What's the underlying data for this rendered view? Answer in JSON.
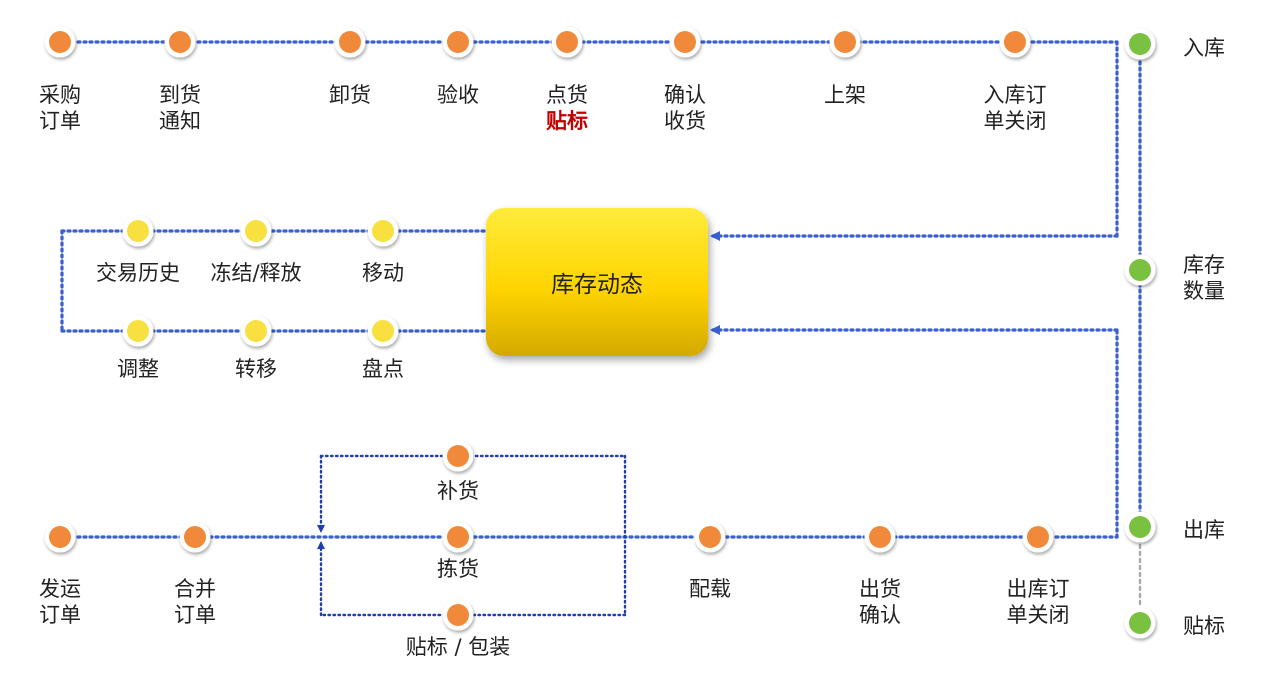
{
  "colors": {
    "orange_node": "#f08a3a",
    "yellow_node": "#f7e040",
    "green_node": "#7ac142",
    "flow_line": "#3a5fd0",
    "hub_fill": "#ffd400",
    "highlight_text": "#c00000"
  },
  "inbound": {
    "steps": [
      {
        "lines": [
          "采购",
          "订单"
        ]
      },
      {
        "lines": [
          "到货",
          "通知"
        ]
      },
      {
        "lines": [
          "卸货"
        ]
      },
      {
        "lines": [
          "验收"
        ]
      },
      {
        "lines": [
          "点货",
          "贴标"
        ],
        "highlight_line": 1
      },
      {
        "lines": [
          "确认",
          "收货"
        ]
      },
      {
        "lines": [
          "上架"
        ]
      },
      {
        "lines": [
          "入库订",
          "单关闭"
        ]
      }
    ]
  },
  "inventory": {
    "hub_label": "库存动态",
    "top_row": [
      {
        "label": "交易历史"
      },
      {
        "label": "冻结/释放"
      },
      {
        "label": "移动"
      }
    ],
    "bottom_row": [
      {
        "label": "调整"
      },
      {
        "label": "转移"
      },
      {
        "label": "盘点"
      }
    ]
  },
  "outbound": {
    "steps": [
      {
        "lines": [
          "发运",
          "订单"
        ]
      },
      {
        "lines": [
          "合并",
          "订单"
        ]
      },
      {
        "lines": [
          "拣货"
        ]
      },
      {
        "lines": [
          "配载"
        ]
      },
      {
        "lines": [
          "出货",
          "确认"
        ]
      },
      {
        "lines": [
          "出库订",
          "单关闭"
        ]
      }
    ],
    "branch_top": {
      "label": "补货"
    },
    "branch_bottom": {
      "label": "贴标 / 包装"
    }
  },
  "status_rail": [
    {
      "lines": [
        "入库"
      ]
    },
    {
      "lines": [
        "库存",
        "数量"
      ]
    },
    {
      "lines": [
        "出库"
      ]
    },
    {
      "lines": [
        "贴标"
      ]
    }
  ]
}
